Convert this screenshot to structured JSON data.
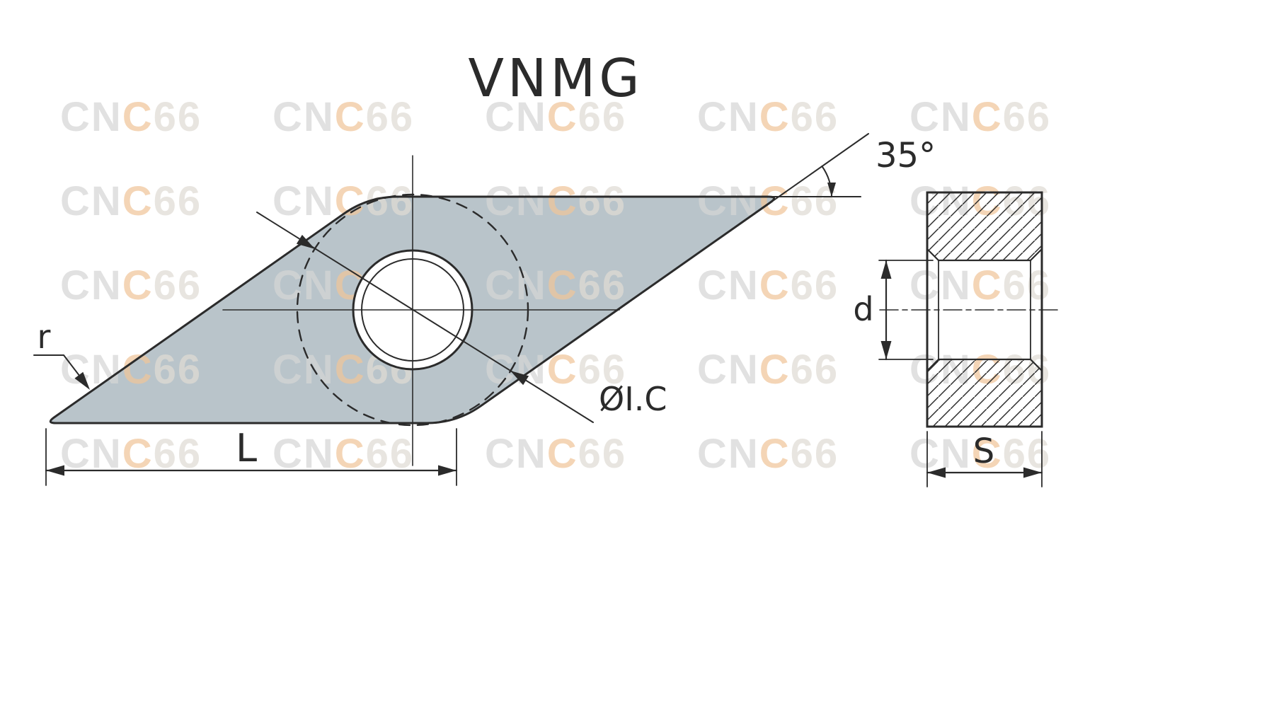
{
  "title": "VNMG",
  "front_view": {
    "angle_label": "35°",
    "corner_radius_label": "r",
    "length_label": "L",
    "inscribed_circle_label": "ØI.C"
  },
  "side_view": {
    "hole_diameter_label": "d",
    "thickness_label": "S"
  },
  "watermark": {
    "text": "CNC66",
    "rows": 5,
    "cols": 5,
    "parts": [
      {
        "text": "CN",
        "color": "#d6d6d6"
      },
      {
        "text": "C",
        "color": "#f0c69a"
      },
      {
        "text": "66",
        "color": "#e0dcd5"
      }
    ]
  },
  "colors": {
    "line": "#2b2b2b",
    "insert_fill": "#b9c4ca",
    "hole_fill": "#ffffff"
  }
}
